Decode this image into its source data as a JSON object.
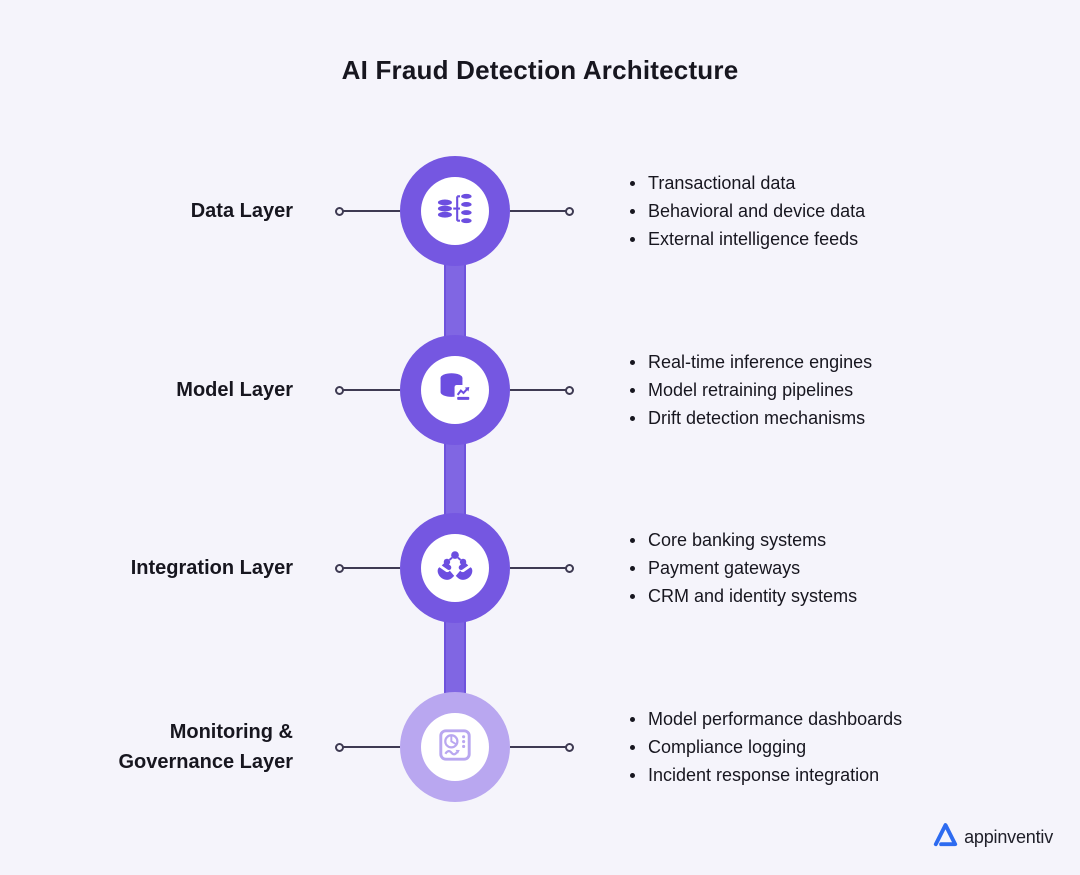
{
  "title": "AI Fraud Detection Architecture",
  "colors": {
    "background": "#f5f4fb",
    "purple_accent": "#7557e1",
    "purple_icon": "#6c4ee0",
    "purple_light": "#b9a7f0",
    "spine_bar": "#8066e3",
    "connector_line": "#3e3a52",
    "text_dark": "#17161f",
    "logo_blue": "#2d6bf0"
  },
  "rows": [
    {
      "label": "Data Layer",
      "icon": "data-sources-icon",
      "accent": "#7557e1",
      "items": [
        "Transactional data",
        "Behavioral and device data",
        "External intelligence feeds"
      ]
    },
    {
      "label": "Model Layer",
      "icon": "database-analytics-icon",
      "accent": "#7557e1",
      "items": [
        "Real-time inference engines",
        "Model retraining pipelines",
        "Drift detection mechanisms"
      ]
    },
    {
      "label": "Integration Layer",
      "icon": "integration-hands-icon",
      "accent": "#7557e1",
      "items": [
        "Core banking systems",
        "Payment gateways",
        "CRM and identity systems"
      ]
    },
    {
      "label": "Monitoring & Governance Layer",
      "icon": "monitoring-dashboard-icon",
      "accent": "#b9a7f0",
      "items": [
        "Model performance dashboards",
        "Compliance logging",
        "Incident response integration"
      ]
    }
  ],
  "logo": {
    "text": "appinventiv"
  }
}
